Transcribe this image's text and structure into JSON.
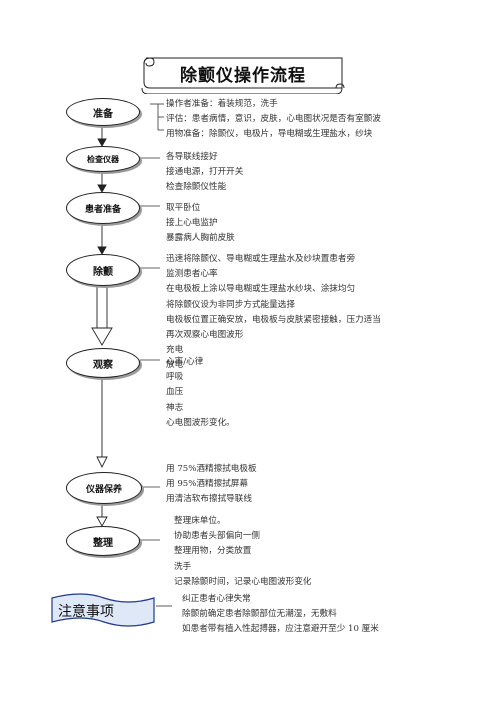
{
  "title": "除颤仪操作流程",
  "steps": [
    {
      "label": "准备",
      "lines": [
        "操作者准备：着装规范，洗手",
        "评估：患者病情，意识，皮肤，心电图状况是否有室颤波",
        "用物准备：除颤仪，电极片，导电糊或生理盐水，纱块"
      ]
    },
    {
      "label": "检查仪器",
      "lines": [
        "各导联线接好",
        "接通电源，打开开关",
        "检查除颤仪性能"
      ]
    },
    {
      "label": "患者准备",
      "lines": [
        "取平卧位",
        "接上心电监护",
        "暴露病人胸前皮肤"
      ]
    },
    {
      "label": "除颤",
      "lines": [
        "迅速将除颤仪、导电糊或生理盐水及纱块置患者旁",
        "监测患者心率",
        "在电极板上涂以导电糊或生理盐水纱块、涂抹均匀",
        "将除颤仪设为非同步方式能量选择",
        "电极板位置正确安放，电极板与皮肤紧密接触，压力适当",
        "再次观察心电图波形",
        "充电",
        "放电"
      ]
    },
    {
      "label": "观察",
      "lines": [
        "心率/心律",
        "呼吸",
        "血压",
        "神志",
        "心电图波形变化。"
      ]
    },
    {
      "label": "仪器保养",
      "lines": [
        "用 75%酒精擦拭电极板",
        "用 95%酒精擦拭屏幕",
        "用清洁软布擦拭导联线"
      ]
    },
    {
      "label": "整理",
      "lines": [
        "整理床单位。",
        "协助患者头部偏向一侧",
        "整理用物，分类放置",
        "洗手",
        "记录除颤时间，记录心电图波形变化"
      ]
    }
  ],
  "notes": {
    "label": "注意事项",
    "lines": [
      "纠正患者心律失常",
      "除颤前确定患者除颤部位无潮湿，无敷料",
      "如患者带有植入性起搏器，应注意避开至少 10 厘米"
    ]
  }
}
